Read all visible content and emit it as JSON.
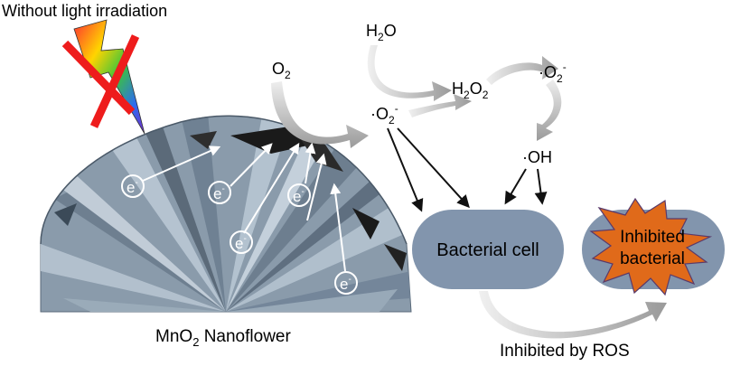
{
  "labels": {
    "top_left": "Without light irradiation",
    "nanoflower_prefix": "MnO",
    "nanoflower_sub": "2",
    "nanoflower_suffix": " Nanoflower",
    "o2_main": "O",
    "o2_sub": "2",
    "h2o_h": "H",
    "h2o_sub": "2",
    "h2o_o": "O",
    "h2o2_h": "H",
    "h2o2_sub1": "2",
    "h2o2_o": "O",
    "h2o2_sub2": "2",
    "superoxide_dot": "·",
    "superoxide_o": "O",
    "superoxide_sub": "2",
    "superoxide_sup": "-",
    "hydroxyl": "·OH",
    "bacterial_cell": "Bacterial cell",
    "inhibited_line1": "Inhibited",
    "inhibited_line2": "bacterial",
    "inhibited_by": "Inhibited by ROS",
    "electron_e": "e",
    "electron_sup": "-"
  },
  "colors": {
    "flower_fill": "#8a9bab",
    "flower_dark": "#1a1a1a",
    "cell_fill": "#8295ad",
    "star_fill": "#e06a1a",
    "cross_red": "#ee1c1c",
    "arrow_gray": "#a8a8a8"
  }
}
